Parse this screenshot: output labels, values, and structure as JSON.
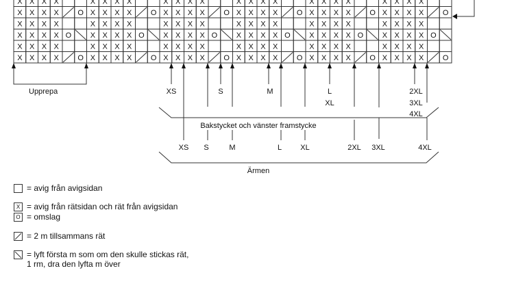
{
  "chart": {
    "repeat_cells": 6,
    "repeats": 6,
    "rows": [
      [
        "x",
        "x",
        "x",
        "x",
        "",
        ""
      ],
      [
        "x",
        "x",
        "x",
        "x",
        "/",
        "o"
      ],
      [
        "x",
        "x",
        "x",
        "x",
        "",
        ""
      ],
      [
        "x",
        "x",
        "x",
        "x",
        "o",
        "\\"
      ],
      [
        "x",
        "x",
        "x",
        "x",
        "",
        ""
      ],
      [
        "x",
        "x",
        "x",
        "x",
        "/",
        "o"
      ]
    ],
    "symbols": {
      "x": "X",
      "o": "O"
    }
  },
  "labels": {
    "repeat": "Upprepa",
    "body_title": "Bakstycket och vänster framstycke",
    "sleeve_title": "Ärmen",
    "body_sizes": [
      "XS",
      "S",
      "M",
      "L",
      "XL",
      "2XL",
      "3XL",
      "4XL"
    ],
    "sleeve_sizes": [
      "XS",
      "S",
      "M",
      "L",
      "XL",
      "2XL",
      "3XL",
      "4XL"
    ]
  },
  "legend": [
    {
      "symbol": "empty",
      "text": "= avig från avigsidan"
    },
    {
      "symbol": "x",
      "mark": "X",
      "text": "= avig från rätsidan och rät från avigsidan"
    },
    {
      "symbol": "o",
      "mark": "O",
      "text": "= omslag"
    },
    {
      "symbol": "slash",
      "text": "= 2 m tillsammans rät"
    },
    {
      "symbol": "backslash",
      "text": "= lyft första m som om den skulle stickas rät,",
      "text2": "1 rm, dra den lyfta m över"
    }
  ]
}
